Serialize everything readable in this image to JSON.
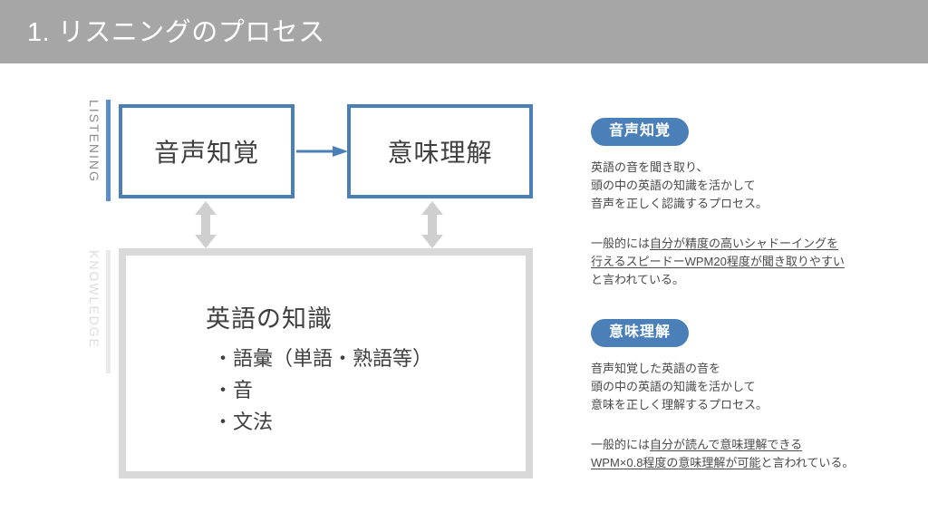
{
  "header": {
    "title": "1. リスニングのプロセス",
    "bar_color": "#a6a6a6",
    "title_color": "#ffffff"
  },
  "theme": {
    "accent_blue": "#4a7fb8",
    "listening_bar": "#5b8fc9",
    "knowledge_bar": "#ebebeb",
    "knowledge_border": "#d9d9d9",
    "gray_arrow": "#cfcfcf",
    "text_color": "#3f3f3f"
  },
  "diagram": {
    "axis_labels": {
      "listening": "LISTENING",
      "knowledge": "KNOWLEDGE"
    },
    "boxes": [
      {
        "id": "perception",
        "label": "音声知覚"
      },
      {
        "id": "comprehension",
        "label": "意味理解"
      }
    ],
    "arrow_icon": "arrow-right-icon",
    "link_arrow_icon": "double-headed-vertical-arrow-icon",
    "knowledge": {
      "title": "英語の知識",
      "items": [
        "語彙（単語・熟語等）",
        "音",
        "文法"
      ]
    }
  },
  "explanations": [
    {
      "id": "perception",
      "badge": "音声知覚",
      "description_lines": [
        "英語の音を聞き取り、",
        "頭の中の英語の知識を活かして",
        "音声を正しく認識するプロセス。"
      ],
      "note": {
        "prefix": "一般的には",
        "underlined_1": "自分が精度の高いシャドーイングを",
        "underlined_2": "行えるスピードーWPM20程度が聞き取りやすい",
        "suffix": "と言われている。"
      }
    },
    {
      "id": "comprehension",
      "badge": "意味理解",
      "description_lines": [
        "音声知覚した英語の音を",
        "頭の中の英語の知識を活かして",
        "意味を正しく理解するプロセス。"
      ],
      "note": {
        "prefix": "一般的には",
        "underlined_1": "自分が読んで意味理解できる",
        "underlined_2": "WPM×0.8程度の意味理解が可能",
        "suffix": "と言われている。"
      }
    }
  ]
}
